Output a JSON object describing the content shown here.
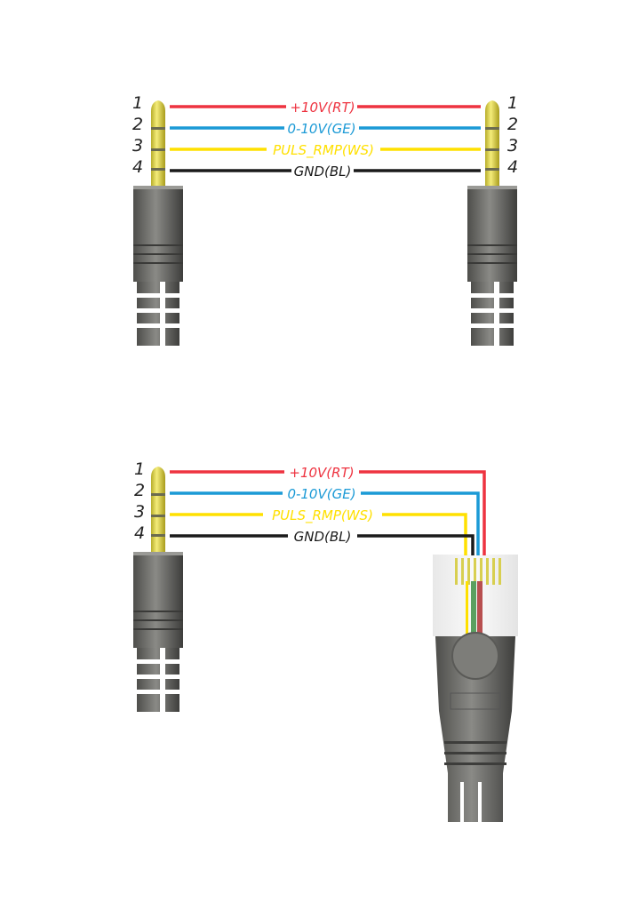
{
  "colors": {
    "red": "#ee3340",
    "blue": "#1b9ad6",
    "yellow": "#ffe000",
    "black": "#1a1a1a",
    "gold": "#e6dc4a",
    "gray": "#6b6b68"
  },
  "pins": [
    "1",
    "2",
    "3",
    "4"
  ],
  "wires": [
    {
      "label": "+10V(RT)",
      "color": "#ee3340"
    },
    {
      "label": "0-10V(GE)",
      "color": "#1b9ad6"
    },
    {
      "label": "PULS_RMP(WS)",
      "color": "#ffe000"
    },
    {
      "label": "GND(BL)",
      "color": "#1a1a1a"
    }
  ],
  "diagrams": [
    {
      "name": "jack-to-jack"
    },
    {
      "name": "jack-to-rj45"
    }
  ]
}
